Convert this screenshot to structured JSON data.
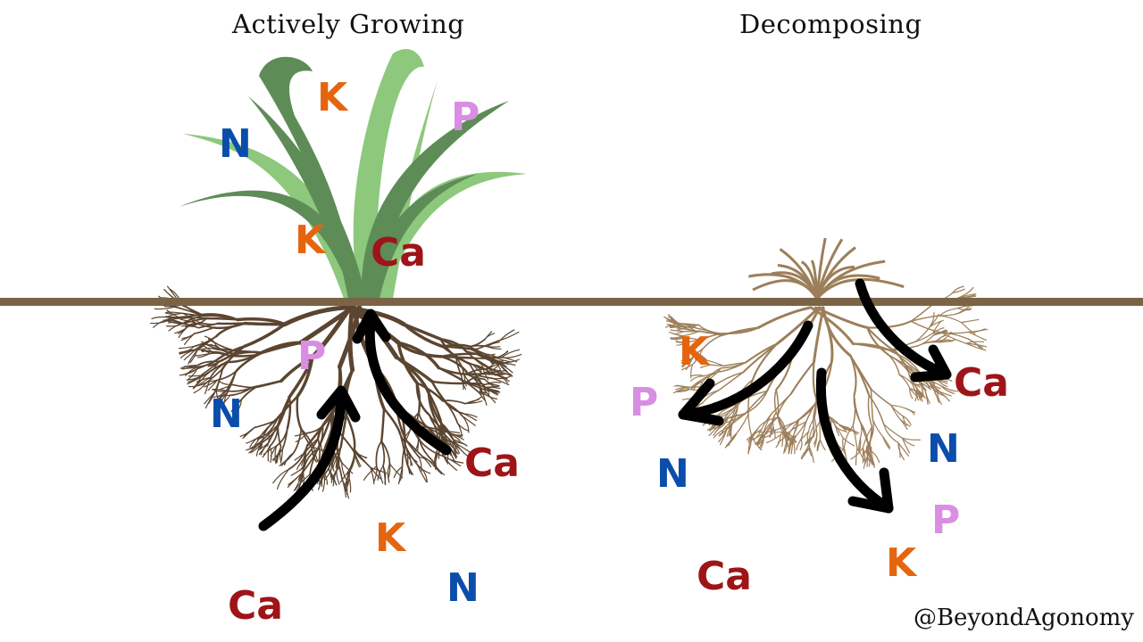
{
  "titles": {
    "left": "Actively Growing",
    "right": "Decomposing"
  },
  "credit": "@BeyondAgonomy",
  "nutrients": {
    "N": "N",
    "K": "K",
    "P": "P",
    "Ca": "Ca"
  },
  "colors": {
    "ground": "#7B6446",
    "N": "#0A4DAA",
    "K": "#E5650F",
    "P": "#D98EE3",
    "Ca": "#9E1418",
    "leaf_dark": "#5E8C57",
    "leaf_light": "#8DC87D",
    "root_live": "#5B4530",
    "root_dead": "#9C7F5A"
  }
}
